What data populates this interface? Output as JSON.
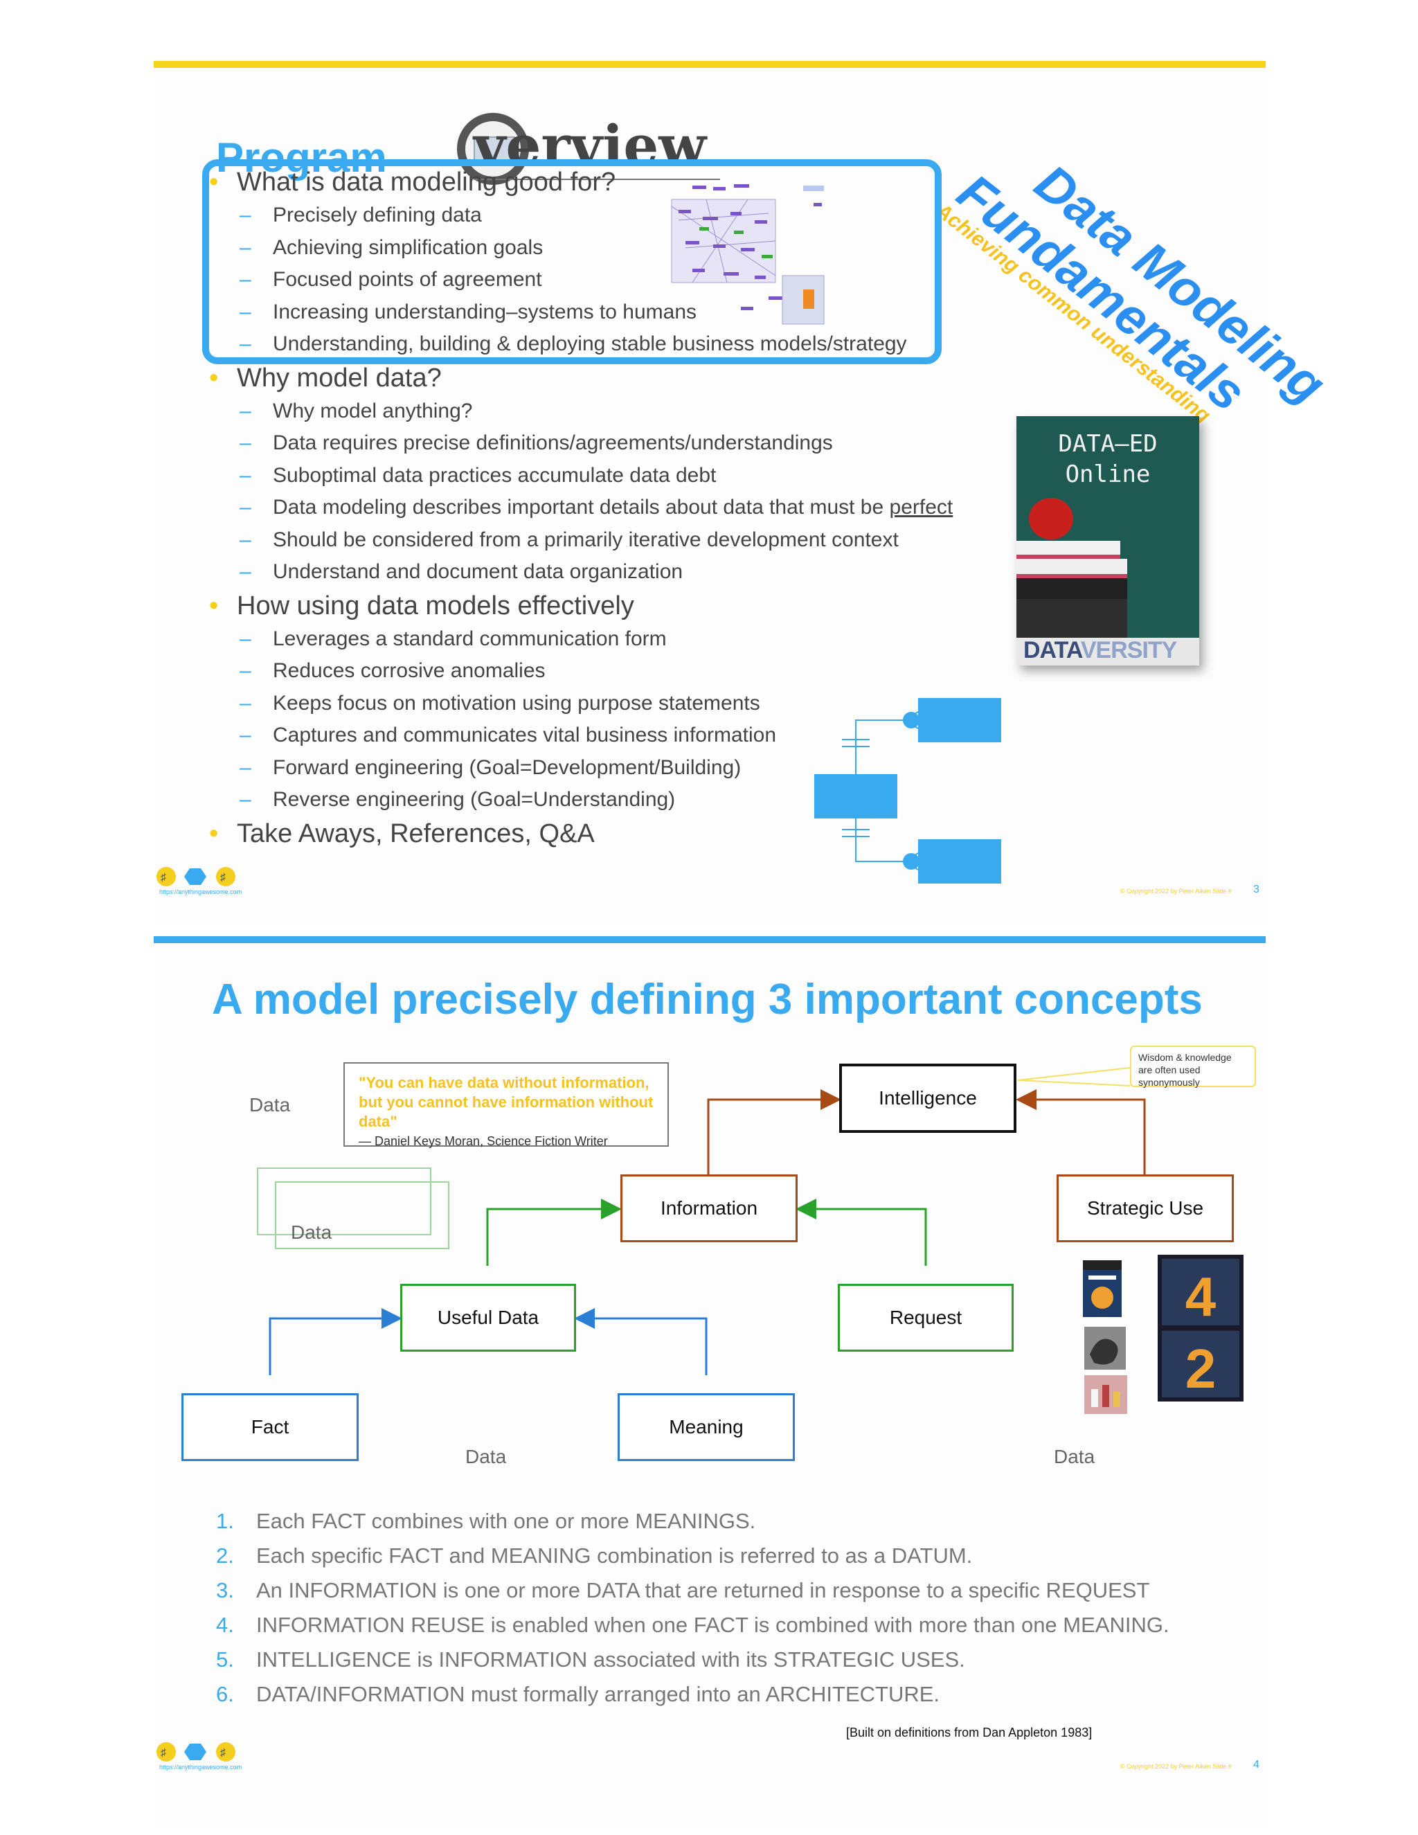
{
  "slide1": {
    "title_program": "Program",
    "title_overview": "verview",
    "stamp": {
      "line1": "Data Modeling",
      "line2": "Fundamentals",
      "subtitle": "Achieving common understanding"
    },
    "bullets": [
      {
        "text": "What is data modeling good for?",
        "subs": [
          "Precisely defining data",
          "Achieving simplification goals",
          "Focused points of agreement",
          "Increasing understanding–systems to humans",
          "Understanding, building & deploying stable business models/strategy"
        ]
      },
      {
        "text": "Why model data?",
        "subs": [
          "Why model anything?",
          "Data requires precise definitions/agreements/understandings",
          "Suboptimal data practices accumulate data debt",
          "Data modeling describes important details about data that must be",
          "Should be considered from a primarily iterative development context",
          "Understand and document data organization"
        ],
        "underlined_word": "perfect"
      },
      {
        "text": "How using data models effectively",
        "subs": [
          "Leverages a standard communication form",
          "Reduces corrosive anomalies",
          "Keeps focus on motivation using purpose statements",
          "Captures and communicates vital business information",
          "Forward engineering (Goal=Development/Building)",
          "Reverse engineering (Goal=Understanding)"
        ]
      },
      {
        "text": "Take Aways, References, Q&A",
        "subs": []
      }
    ],
    "dataed": {
      "line1": "DATA–ED",
      "line2": "Online",
      "brand_dark": "DATA",
      "brand_light": "VERSITY"
    },
    "logo_url": "https://anythingawesome.com",
    "copyright": "© Copyright    2022    by Peter Aiken    Slide #",
    "page_number": "3"
  },
  "slide2": {
    "title": "A model precisely defining 3 important concepts",
    "quote_text": "\"You can have data without information, but you cannot have information without data\"",
    "quote_attribution": "— Daniel Keys Moran, Science Fiction Writer",
    "callout": "Wisdom & knowledge are often used synonymously",
    "nodes": {
      "intelligence": "Intelligence",
      "information": "Information",
      "strategic_use": "Strategic Use",
      "useful_data": "Useful Data",
      "request": "Request",
      "fact": "Fact",
      "meaning": "Meaning"
    },
    "data_labels": [
      "Data",
      "Data",
      "Data",
      "Data"
    ],
    "numbered_items": [
      "Each FACT combines with one or more MEANINGS.",
      "Each specific FACT and MEANING combination is referred to as a DATUM.",
      "An INFORMATION is one or more DATA that are returned in response to a specific REQUEST",
      "INFORMATION REUSE is enabled when one FACT is combined with more than one MEANING.",
      "INTELLIGENCE is INFORMATION associated with its STRATEGIC USES.",
      "DATA/INFORMATION must formally arranged into an ARCHITECTURE."
    ],
    "attribution": "[Built on definitions from Dan Appleton 1983]",
    "logo_url": "https://anythingawesome.com",
    "copyright": "© Copyright    2022    by Peter Aiken    Slide #",
    "page_number": "4"
  },
  "colors": {
    "accent_blue": "#3aaaf0",
    "accent_yellow": "#f5cf1f",
    "node_brown": "#a84a14",
    "node_green": "#2aa12a",
    "node_blue": "#2a7fd4"
  }
}
